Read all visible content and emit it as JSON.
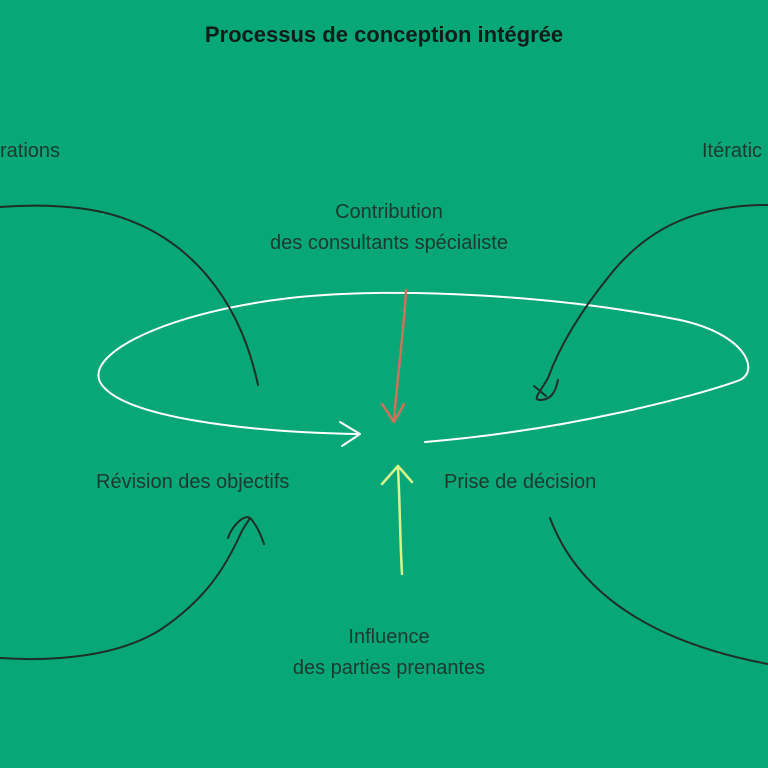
{
  "title": "Processus de conception intégrée",
  "labels": {
    "iterations_left": "rations",
    "iterations_right": "Itératic",
    "contribution_line1": "Contribution",
    "contribution_line2": "des consultants spécialiste",
    "revision": "Révision des objectifs",
    "decision": "Prise de décision",
    "influence_line1": "Influence",
    "influence_line2": "des parties prenantes"
  },
  "colors": {
    "background": "#07a778",
    "loop": "#ffffff",
    "dark_arrows": "#1f2f27",
    "contribution_arrow": "#c9735a",
    "influence_arrow": "#d9f58a"
  }
}
